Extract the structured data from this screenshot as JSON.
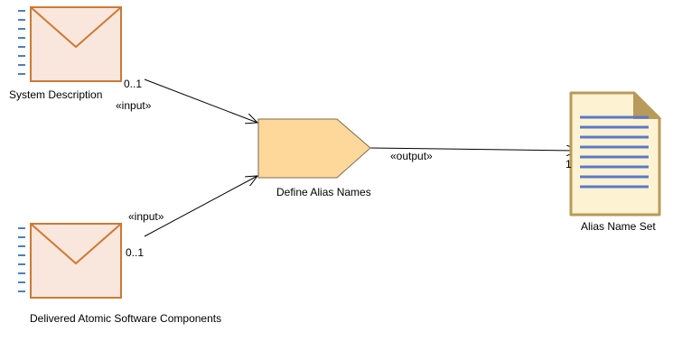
{
  "inputs": [
    {
      "name": "System Description",
      "multiplicity": "0..1",
      "stereotype": "«input»"
    },
    {
      "name": "Delivered Atomic Software Components",
      "multiplicity": "0..1",
      "stereotype": "«input»"
    }
  ],
  "task": {
    "name": "Define Alias Names"
  },
  "output": {
    "name": "Alias Name Set",
    "multiplicity": "1",
    "stereotype": "«output»"
  },
  "colors": {
    "envelope_fill": "#f9e6dc",
    "envelope_stroke": "#cc7a35",
    "envelope_dash": "#4a7fc1",
    "task_fill": "#fdd89a",
    "task_stroke": "#7a6a55",
    "doc_fill": "#fdf3d2",
    "doc_stroke": "#b89a5a",
    "doc_lines": "#5a79c8"
  }
}
